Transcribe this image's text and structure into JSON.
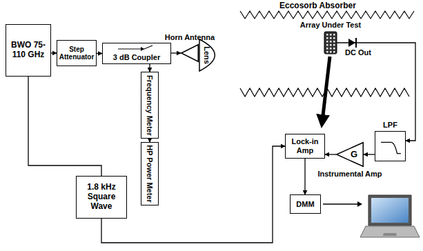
{
  "diagram": {
    "nodes": [
      {
        "text": [
          "BWO 75-110 GHz"
        ]
      },
      {
        "text": [
          "Step Attenuator"
        ]
      },
      {
        "text": [
          "3 dB Coupler"
        ]
      },
      {
        "text": [
          "Horn Antenna"
        ]
      },
      {
        "text": [
          "Lens"
        ]
      },
      {
        "text": [
          "Frequency Meter"
        ]
      },
      {
        "text": [
          "HP Power Meter"
        ]
      },
      {
        "text": [
          "1.8 kHz Square Wave"
        ]
      },
      {
        "text": [
          "Array Under Test"
        ]
      },
      {
        "text": [
          "LPF"
        ]
      },
      {
        "text": [
          "G",
          "Instrumental Amp"
        ]
      },
      {
        "text": [
          "Lock-in Amp"
        ]
      },
      {
        "text": [
          "DMM"
        ]
      }
    ],
    "edges": [
      {
        "from": 0,
        "to": 1,
        "arrow": "to"
      },
      {
        "from": 1,
        "to": 2,
        "arrow": "to"
      },
      {
        "from": 2,
        "to": 3,
        "arrow": "to"
      },
      {
        "from": 2,
        "to": 5,
        "arrow": "to"
      },
      {
        "from": 5,
        "to": 6,
        "arrow": "to"
      },
      {
        "from": 0,
        "to": 7,
        "arrow": "none"
      },
      {
        "from": 7,
        "to": 11,
        "arrow": "to"
      },
      {
        "from": 8,
        "to": 9,
        "arrow": "to"
      },
      {
        "from": 9,
        "to": 10,
        "arrow": "to"
      },
      {
        "from": 10,
        "to": 11,
        "arrow": "to"
      },
      {
        "from": 11,
        "to": 12,
        "arrow": "to"
      }
    ],
    "labels": [
      "Eccosorb Absorber",
      "DC Out"
    ]
  }
}
